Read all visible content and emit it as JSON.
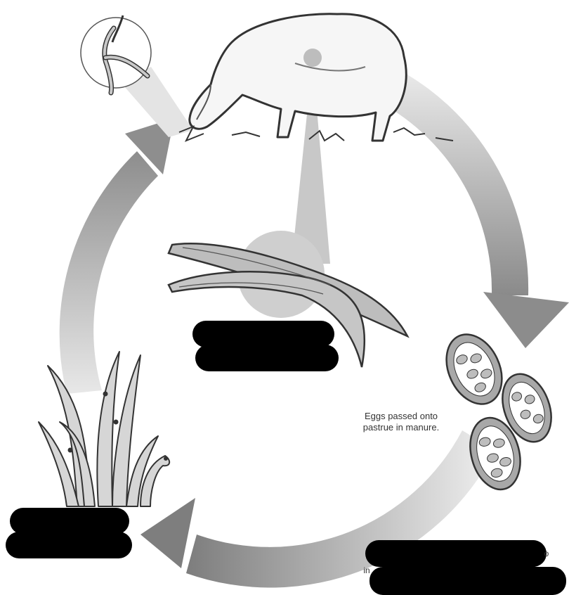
{
  "diagram": {
    "eggs_caption_line1": "Eggs passed onto",
    "eggs_caption_line2": "pastrue in manure.",
    "partial_text_left": "in",
    "partial_text_right": "o",
    "colors": {
      "arrow_dark": "#8a8a8a",
      "arrow_light": "#e6e6e6",
      "worm_fill": "#bdbdbd",
      "outline": "#333333",
      "redaction": "#000000"
    }
  }
}
